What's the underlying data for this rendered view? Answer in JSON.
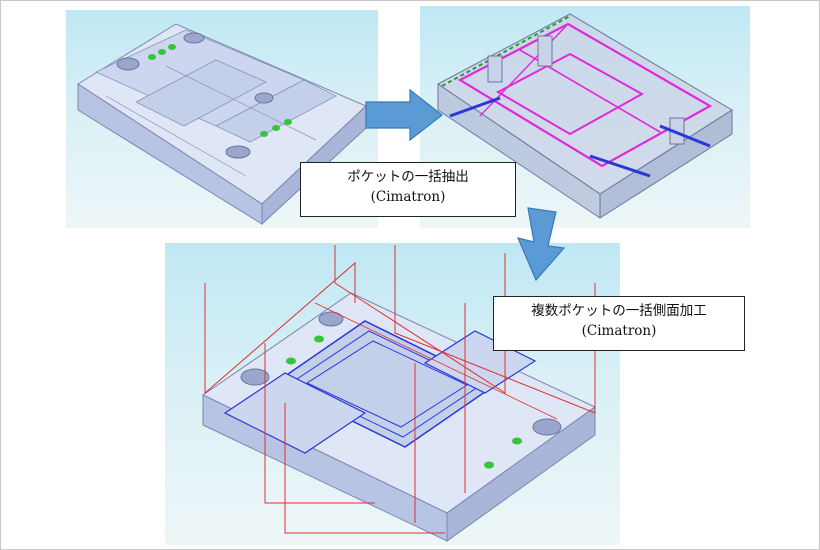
{
  "callout_extract": {
    "line1": "ポケットの一括抽出",
    "line2": "(Cimatron)"
  },
  "callout_machining": {
    "line1": "複数ポケットの一括側面加工",
    "line2": "(Cimatron)"
  },
  "colors": {
    "arrow_fill": "#5b9bd5",
    "arrow_edge": "#3a78b8",
    "part_top": "#dfe6f5",
    "part_side": "#b8c4e4",
    "pocket_highlight": "#e02ad8",
    "hole_green": "#36c43a",
    "toolpath_red": "#e03030",
    "toolpath_blue": "#2a38d8"
  },
  "icons": {
    "arrow_right": "block-arrow-right-icon",
    "arrow_down": "block-arrow-down-icon"
  }
}
